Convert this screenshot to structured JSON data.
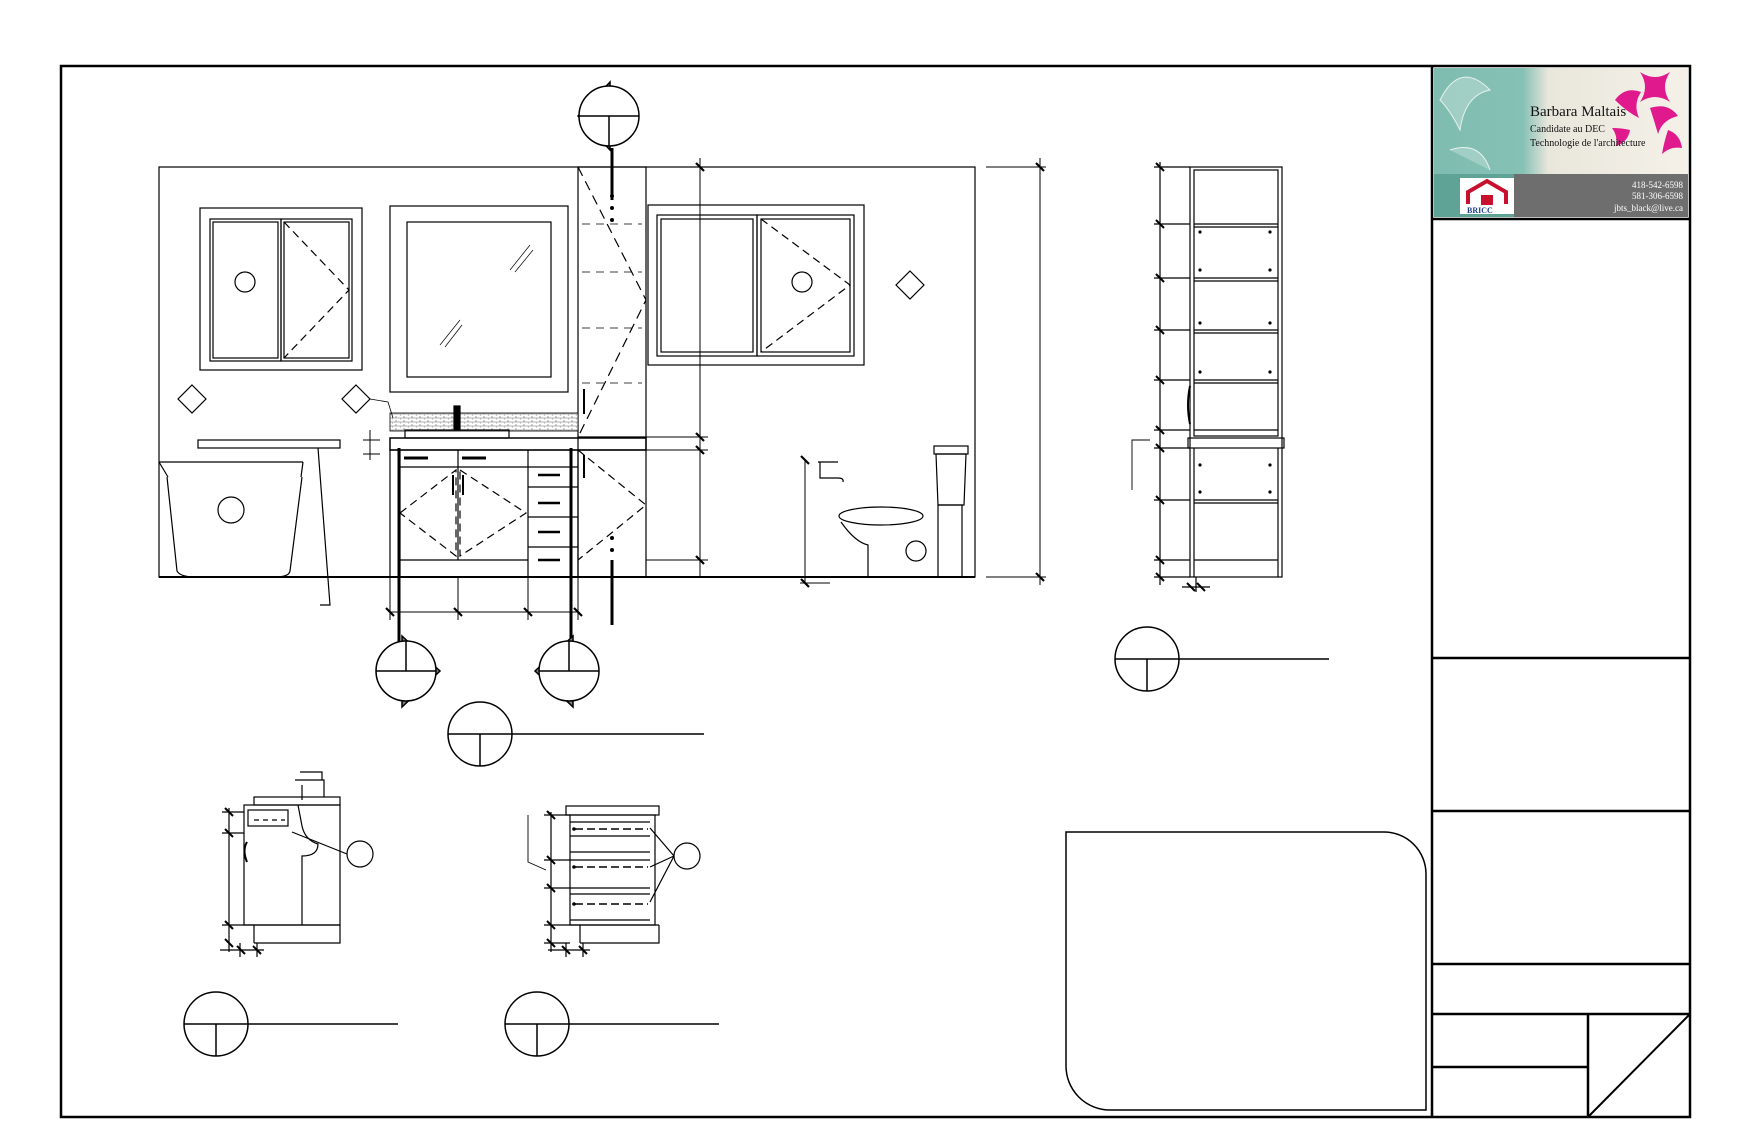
{
  "title_block": {
    "name": "Barbara Maltais",
    "line1": "Candidate au DEC",
    "line2": "Technologie de l'architecture",
    "phone1": "418-542-6598",
    "phone2": "581-306-6598",
    "email": "jbts_black@live.ca",
    "logo_text": "BRICC"
  },
  "colors": {
    "line": "#000000",
    "teal": "#7fbcb0",
    "magenta": "#e0198c",
    "grey_band": "#6e6e6e",
    "logo_red": "#c8102e"
  },
  "icons": [
    "section-marker",
    "detail-callout",
    "title-marker",
    "leaf-ornament",
    "house-logo"
  ]
}
